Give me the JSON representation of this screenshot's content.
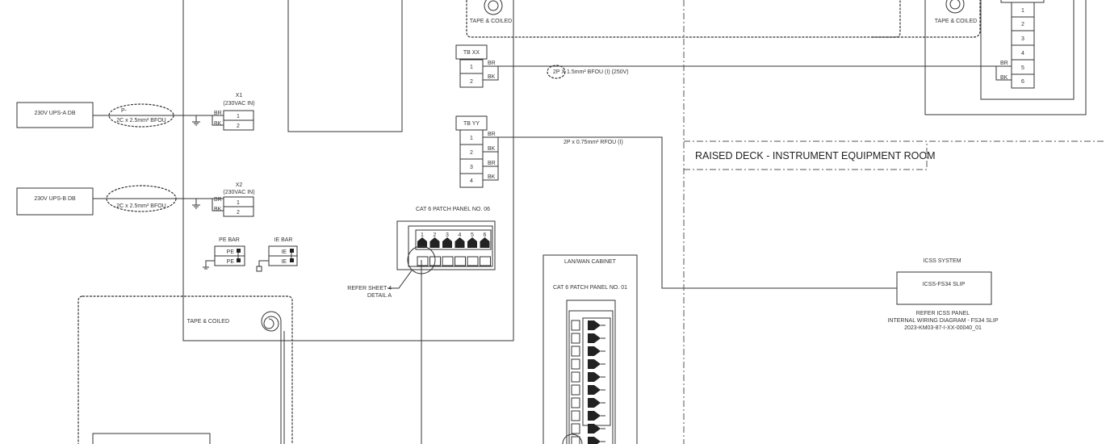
{
  "ups_a": {
    "label": "230V UPS-A DB",
    "cable_tag": "P-",
    "cable_spec": "2C x 2.5mm² BFOU"
  },
  "ups_b": {
    "label": "230V UPS-B DB",
    "cable_spec": "2C x 2.5mm² BFOU"
  },
  "x1": {
    "label": "X1",
    "sub": "(230VAC IN)",
    "terminals": [
      "1",
      "2"
    ],
    "wires": [
      "BR",
      "BK"
    ]
  },
  "x2": {
    "label": "X2",
    "sub": "(230VAC IN)",
    "terminals": [
      "1",
      "2"
    ],
    "wires": [
      "BR",
      "BK"
    ]
  },
  "pe_bar": {
    "label": "PE BAR",
    "rows": [
      "PE",
      "PE"
    ]
  },
  "ie_bar": {
    "label": "IE BAR",
    "rows": [
      "IE",
      "IE"
    ]
  },
  "tape_coiled": "TAPE & COILED",
  "tb_xx": {
    "label": "TB XX",
    "terminals": [
      "1",
      "2"
    ],
    "wires": [
      "BR",
      "BK"
    ],
    "cable": "2P X 1.5mm² BFOU (I) (250V)"
  },
  "tb_yy": {
    "label": "TB YY",
    "terminals": [
      "1",
      "2",
      "3",
      "4"
    ],
    "wires": [
      "BR",
      "BK",
      "BR",
      "BK"
    ],
    "cable": "2P x 0.75mm² RFOU (I)"
  },
  "right_terminal": {
    "terminals": [
      "1",
      "2",
      "3",
      "4",
      "5",
      "6"
    ],
    "wires": [
      "BR",
      "BK"
    ]
  },
  "zone_label": "RAISED DECK - INSTRUMENT EQUIPMENT ROOM",
  "patch_panel_06": {
    "label": "CAT 6  PATCH PANEL NO. 06",
    "ports": [
      "1",
      "2",
      "3",
      "4",
      "5",
      "6"
    ]
  },
  "refer_sheet": {
    "line1": "REFER SHEET 4",
    "line2": "DETAIL A"
  },
  "lan_wan": {
    "label": "LAN/WAN CABINET",
    "panel_label": "CAT 6  PATCH PANEL NO. 01"
  },
  "icss": {
    "system_label": "ICSS SYSTEM",
    "box_label": "ICSS-FS34 SLIP",
    "ref1": "REFER  ICSS PANEL",
    "ref2": "INTERNAL WIRING DIAGRAM - FS34 SLIP",
    "ref3": "2023-KM03-87-I-XX-00040_01"
  }
}
